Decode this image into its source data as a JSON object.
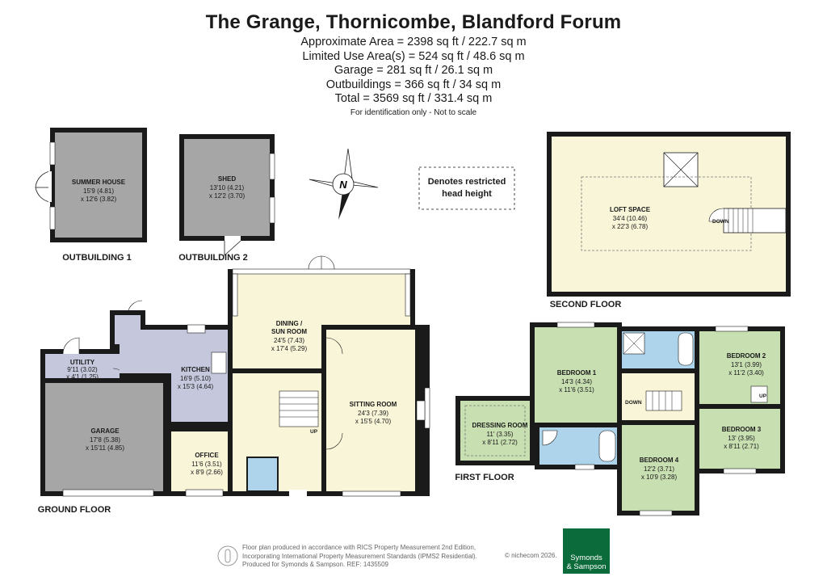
{
  "header": {
    "title": "The Grange, Thornicombe, Blandford Forum",
    "areas": [
      "Approximate Area = 2398 sq ft / 222.7 sq m",
      "Limited Use Area(s) = 524 sq ft / 48.6 sq m",
      "Garage = 281 sq ft / 26.1 sq m",
      "Outbuildings = 366 sq ft / 34 sq m",
      "Total = 3569 sq ft / 331.4 sq m"
    ],
    "note": "For identification only - Not to scale"
  },
  "compass": {
    "label": "N"
  },
  "legend": {
    "line1": "Denotes restricted",
    "line2": "head height"
  },
  "floors": {
    "outbuilding1": "OUTBUILDING 1",
    "outbuilding2": "OUTBUILDING 2",
    "ground": "GROUND FLOOR",
    "first": "FIRST FLOOR",
    "second": "SECOND FLOOR"
  },
  "rooms": {
    "summer_house": {
      "name": "SUMMER HOUSE",
      "dim1": "15'9 (4.81)",
      "dim2": "x 12'6 (3.82)"
    },
    "shed": {
      "name": "SHED",
      "dim1": "13'10 (4.21)",
      "dim2": "x 12'2 (3.70)"
    },
    "loft": {
      "name": "LOFT SPACE",
      "dim1": "34'4 (10.46)",
      "dim2": "x 22'3 (6.78)"
    },
    "dining": {
      "name1": "DINING /",
      "name2": "SUN ROOM",
      "dim1": "24'5 (7.43)",
      "dim2": "x 17'4 (5.29)"
    },
    "utility": {
      "name": "UTILITY",
      "dim1": "9'11 (3.02)",
      "dim2": "x 4'1 (1.25)"
    },
    "kitchen": {
      "name": "KITCHEN",
      "dim1": "16'9 (5.10)",
      "dim2": "x 15'3 (4.64)"
    },
    "sitting": {
      "name": "SITTING ROOM",
      "dim1": "24'3 (7.39)",
      "dim2": "x 15'5 (4.70)"
    },
    "garage": {
      "name": "GARAGE",
      "dim1": "17'8 (5.38)",
      "dim2": "x 15'11 (4.85)"
    },
    "office": {
      "name": "OFFICE",
      "dim1": "11'6 (3.51)",
      "dim2": "x 8'9 (2.66)"
    },
    "bedroom1": {
      "name": "BEDROOM 1",
      "dim1": "14'3 (4.34)",
      "dim2": "x 11'6 (3.51)"
    },
    "bedroom2": {
      "name": "BEDROOM 2",
      "dim1": "13'1 (3.99)",
      "dim2": "x 11'2 (3.40)"
    },
    "bedroom3": {
      "name": "BEDROOM 3",
      "dim1": "13' (3.95)",
      "dim2": "x 8'11 (2.71)"
    },
    "bedroom4": {
      "name": "BEDROOM 4",
      "dim1": "12'2 (3.71)",
      "dim2": "x 10'9 (3.28)"
    },
    "dressing": {
      "name": "DRESSING ROOM",
      "dim1": "11' (3.35)",
      "dim2": "x 8'11 (2.72)"
    }
  },
  "stairs": {
    "down": "DOWN",
    "up": "UP"
  },
  "footer": {
    "lines": [
      "Floor plan produced in accordance with RICS Property Measurement 2nd Edition,",
      "Incorporating International Property Measurement Standards (IPMS2 Residential).",
      "Produced for Symonds & Sampson.   REF: 1435509"
    ],
    "copyright": "© nichecom 2026.",
    "logo_line1": "Symonds",
    "logo_line2": "& Sampson"
  },
  "colors": {
    "room_fill": "#f8f5d8",
    "outbuilding_fill": "#a6a6a6",
    "service_fill": "#c5c8dd",
    "bathroom_fill": "#add4ea",
    "bedroom_fill": "#c8dfb2",
    "wall": "#1a1a1a",
    "logo": "#0b6b3a"
  }
}
